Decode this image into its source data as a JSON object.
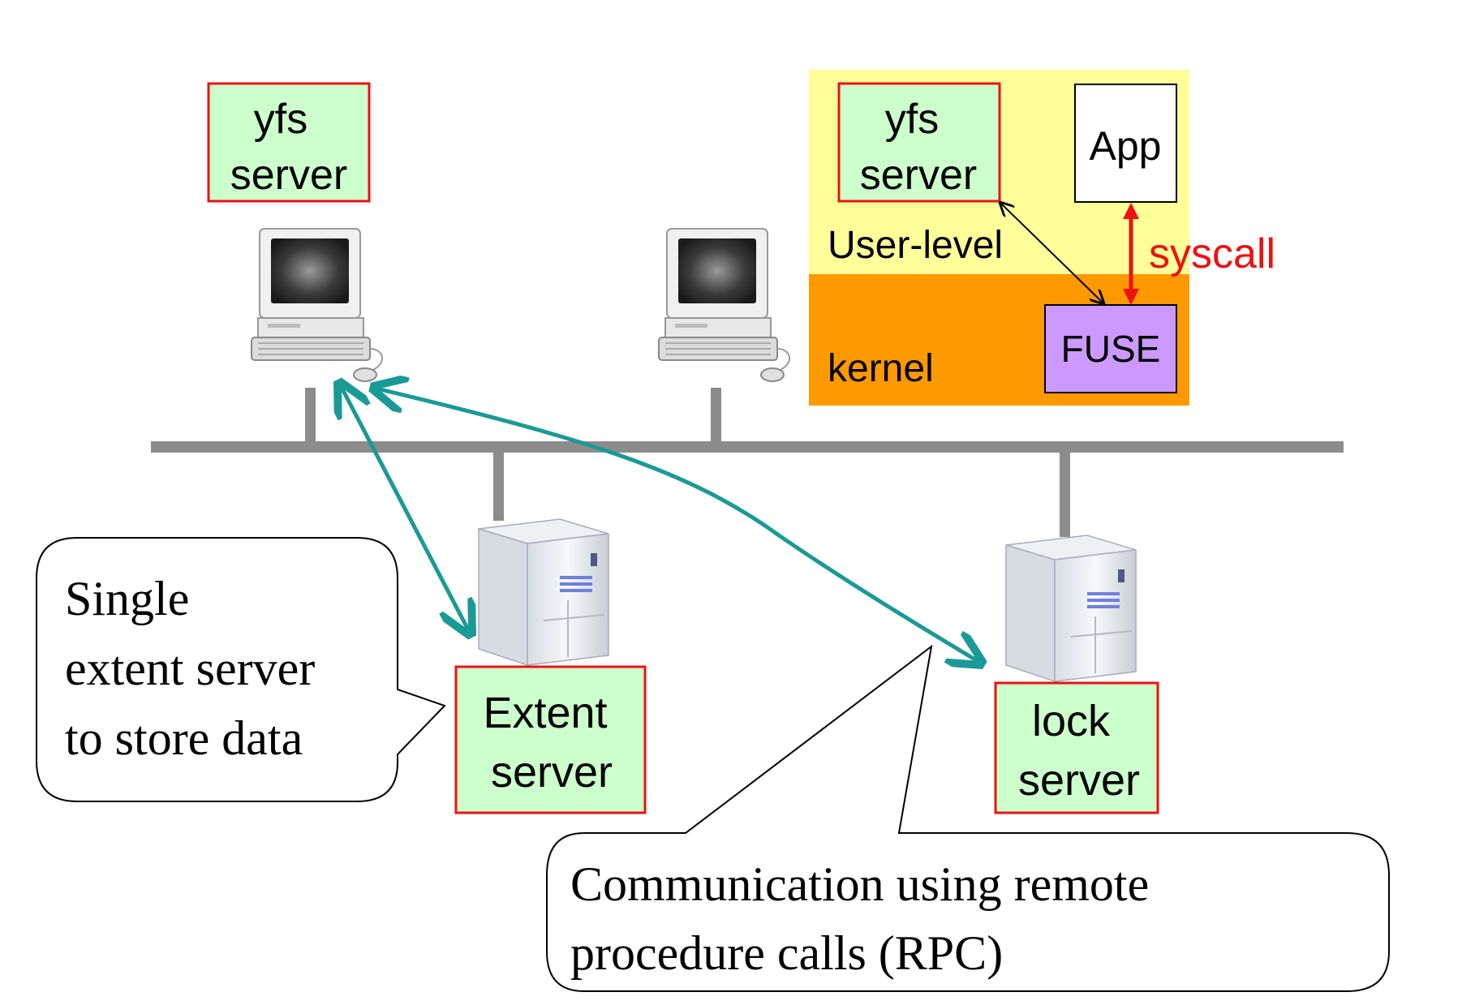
{
  "client_machine": {
    "server_label": [
      "yfs",
      "server"
    ]
  },
  "client_detail": {
    "server_label": [
      "yfs",
      "server"
    ],
    "app_label": "App",
    "user_level_label": "User-level",
    "kernel_label": "kernel",
    "fuse_label": "FUSE",
    "syscall_label": "syscall"
  },
  "extent_server": {
    "label": [
      "Extent",
      "server"
    ]
  },
  "lock_server": {
    "label": [
      "lock",
      "server"
    ]
  },
  "callouts": {
    "extent_note": [
      "Single",
      "extent server",
      "to store data"
    ],
    "rpc_note": [
      "Communication using remote",
      "procedure calls (RPC)"
    ]
  },
  "colors": {
    "label_fill": "#ccffcc",
    "label_border": "#ee1111",
    "user_level_bg": "#ffff99",
    "kernel_bg": "#ff9900",
    "fuse_fill": "#cc99ff",
    "syscall": "#ee1111",
    "rpc_arrow": "#1a9a96",
    "network": "#8c8c8c"
  }
}
